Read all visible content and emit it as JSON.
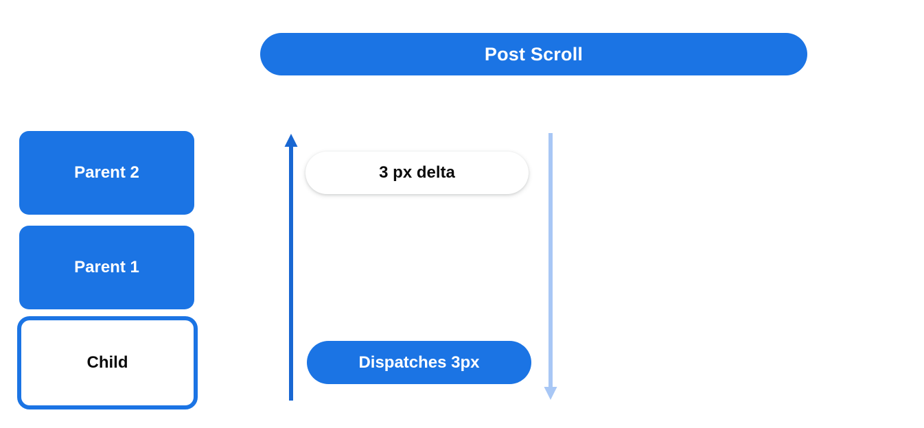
{
  "header": {
    "title": "Post Scroll"
  },
  "stack": {
    "boxes": [
      {
        "label": "Parent 2",
        "style": "filled"
      },
      {
        "label": "Parent 1",
        "style": "filled"
      },
      {
        "label": "Child",
        "style": "outlined"
      }
    ]
  },
  "flow": {
    "arrows": [
      {
        "name": "scroll-up-arrow",
        "direction": "up",
        "color": "#1967d2"
      },
      {
        "name": "scroll-down-arrow",
        "direction": "down",
        "color": "#a8c7f5"
      }
    ],
    "callouts": [
      {
        "label": "3 px delta",
        "style": "white"
      },
      {
        "label": "Dispatches 3px",
        "style": "blue"
      }
    ]
  },
  "colors": {
    "brand_blue": "#1b74e4",
    "arrow_dark_blue": "#1967d2",
    "arrow_light_blue": "#a8c7f5",
    "text_dark": "#0b0b0b",
    "text_light": "#ffffff",
    "background": "#ffffff"
  }
}
